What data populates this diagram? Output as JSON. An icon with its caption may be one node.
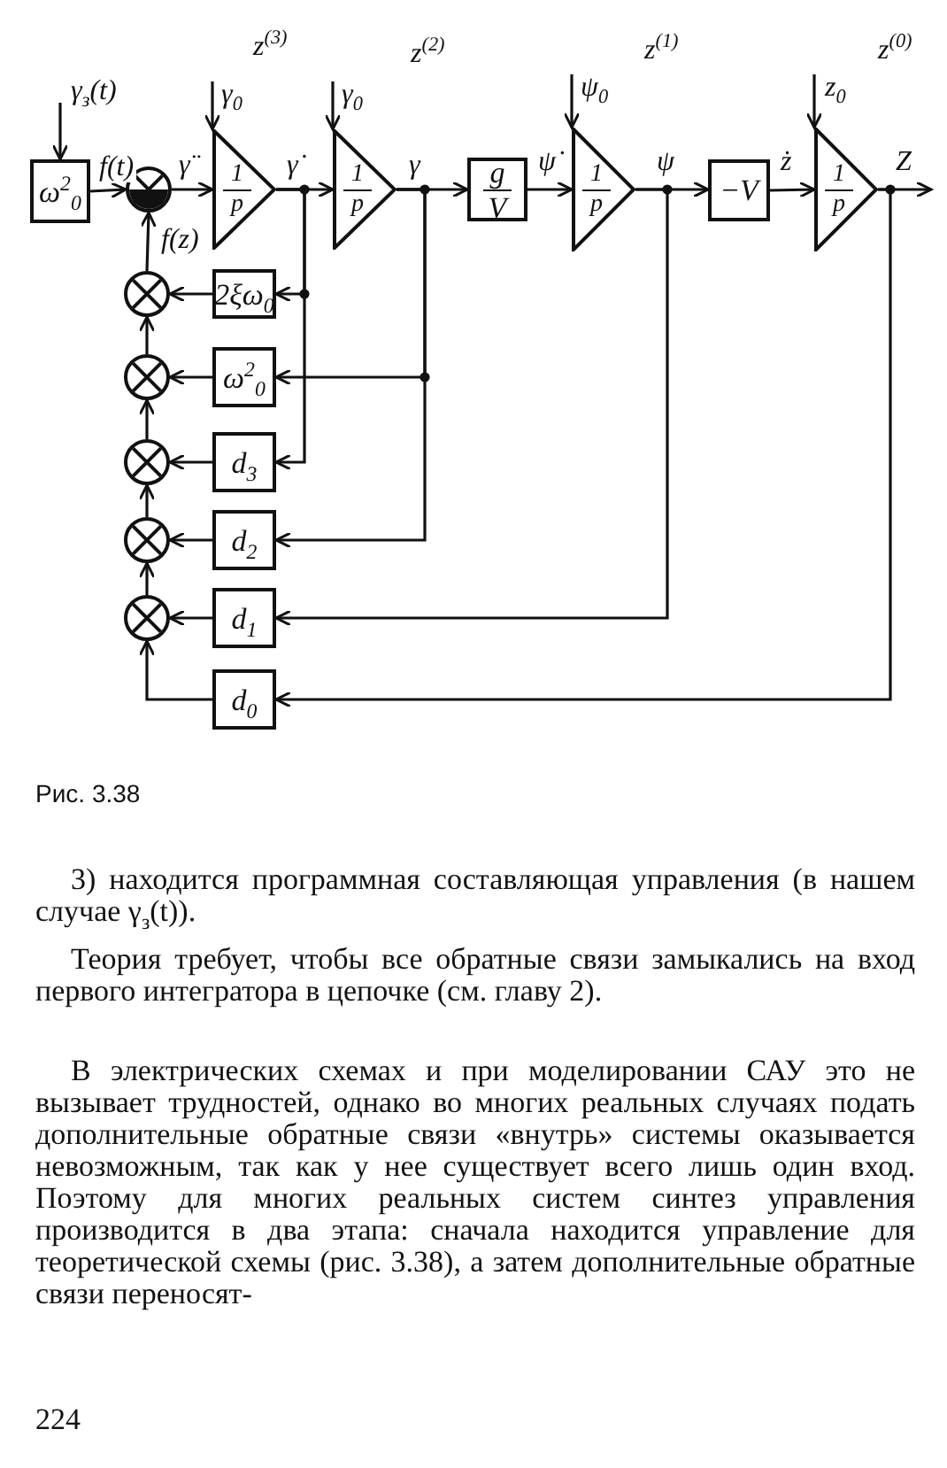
{
  "diagram": {
    "caption": "Рис. 3.38",
    "nodes": [
      {
        "text": [
          "ω$^{2}$$_{0}$"
        ]
      },
      {
        "text": [],
        "shape": "circle"
      },
      {
        "text": [
          "1",
          "p"
        ]
      },
      {
        "text": [
          "1",
          "p"
        ]
      },
      {
        "text": [
          "g",
          "V"
        ]
      },
      {
        "text": [
          "1",
          "p"
        ]
      },
      {
        "text": [
          "−V"
        ]
      },
      {
        "text": [
          "1",
          "p"
        ]
      },
      {
        "text": [],
        "shape": "circle"
      },
      {
        "text": [],
        "shape": "circle"
      },
      {
        "text": [],
        "shape": "circle"
      },
      {
        "text": [],
        "shape": "circle"
      },
      {
        "text": [],
        "shape": "circle"
      },
      {
        "text": [
          "2ξω$_{0}$"
        ]
      },
      {
        "text": [
          "ω$^{2}$$_{0}$"
        ]
      },
      {
        "text": [
          "d$_{3}$"
        ]
      },
      {
        "text": [
          "d$_{2}$"
        ]
      },
      {
        "text": [
          "d$_{1}$"
        ]
      },
      {
        "text": [
          "d$_{0}$"
        ]
      }
    ],
    "edges": [
      {
        "from": null,
        "to": 0,
        "arrow": "to",
        "label": "γ$_{з}$(t)"
      },
      {
        "from": 0,
        "to": 1,
        "arrow": "to",
        "label": "f(t)"
      },
      {
        "from": 1,
        "to": 2,
        "arrow": "to",
        "label": "γ̈"
      },
      {
        "from": 2,
        "to": 3,
        "arrow": "to",
        "label": "γ̇"
      },
      {
        "from": 3,
        "to": 4,
        "arrow": "to",
        "label": "γ"
      },
      {
        "from": 4,
        "to": 5,
        "arrow": "to",
        "label": "ψ̇"
      },
      {
        "from": 5,
        "to": 6,
        "arrow": "to",
        "label": "ψ"
      },
      {
        "from": 6,
        "to": 7,
        "arrow": "to",
        "label": "ż"
      },
      {
        "from": 7,
        "to": null,
        "arrow": "to",
        "label": "Z"
      },
      {
        "from": null,
        "to": 2,
        "arrow": "to",
        "label": "γ$_{0}$"
      },
      {
        "from": null,
        "to": 3,
        "arrow": "to",
        "label": "γ$_{0}$"
      },
      {
        "from": null,
        "to": 5,
        "arrow": "to",
        "label": "ψ$_{0}$"
      },
      {
        "from": null,
        "to": 7,
        "arrow": "to",
        "label": "z$_{0}$"
      },
      {
        "from": 8,
        "to": 1,
        "arrow": "to",
        "label": "f(z)"
      },
      {
        "from": 2,
        "to": 13,
        "arrow": "to"
      },
      {
        "from": 2,
        "to": 15,
        "arrow": "to"
      },
      {
        "from": 3,
        "to": 14,
        "arrow": "to"
      },
      {
        "from": 3,
        "to": 16,
        "arrow": "to"
      },
      {
        "from": 5,
        "to": 17,
        "arrow": "to"
      },
      {
        "from": 7,
        "to": 18,
        "arrow": "to"
      },
      {
        "from": 13,
        "to": 8,
        "arrow": "to"
      },
      {
        "from": 14,
        "to": 9,
        "arrow": "to"
      },
      {
        "from": 15,
        "to": 10,
        "arrow": "to"
      },
      {
        "from": 16,
        "to": 11,
        "arrow": "to"
      },
      {
        "from": 17,
        "to": 12,
        "arrow": "to"
      },
      {
        "from": 18,
        "to": 12,
        "arrow": "to"
      },
      {
        "from": 12,
        "to": 11,
        "arrow": "to"
      },
      {
        "from": 11,
        "to": 10,
        "arrow": "to"
      },
      {
        "from": 10,
        "to": 9,
        "arrow": "to"
      },
      {
        "from": 9,
        "to": 8,
        "arrow": "to"
      }
    ],
    "labels": [
      "z$^{(3)}$",
      "z$^{(2)}$",
      "z$^{(1)}$",
      "z$^{(0)}$",
      "3) находится программная составляющая управления (в нашем случае γ$_{з}$(t)).",
      "Теория требует, чтобы все обратные связи замыкались на вход первого интегратора в цепочке (см. главу 2).",
      "В электрических схемах и при моделировании САУ это не вызывает трудностей, однако во многих реальных случаях подать дополнительные обратные связи «внутрь» системы оказывается невозможным, так как у нее существует всего лишь один вход. Поэтому для многих реальных систем синтез управления производится в два этапа: сначала находится управление для теоретической схемы (рис. 3.38), а затем дополнительные обратные связи переносят-",
      "224"
    ]
  }
}
